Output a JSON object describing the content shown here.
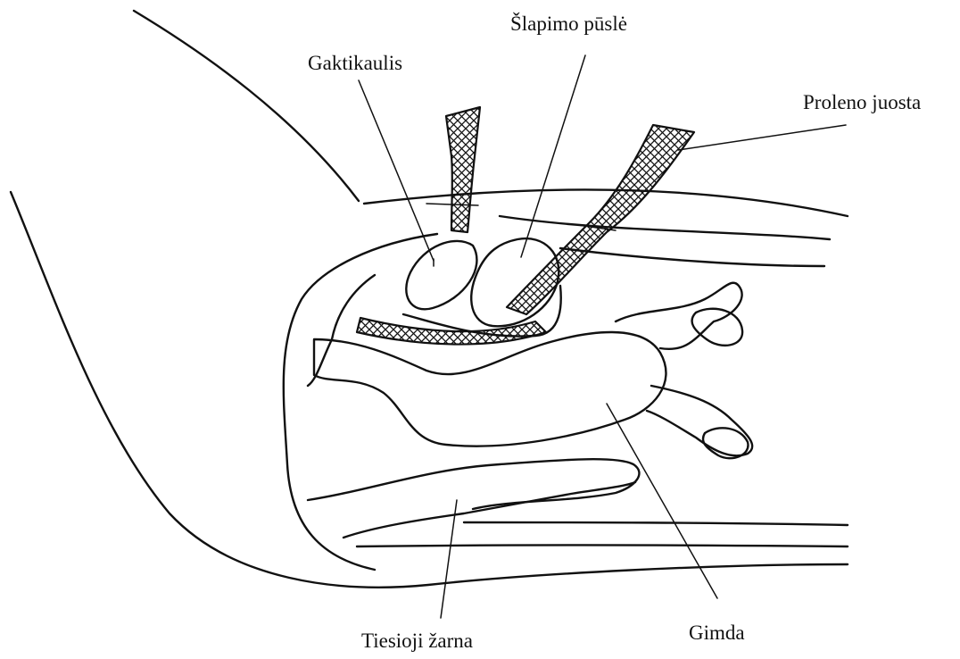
{
  "labels": {
    "pubic_bone": "Gaktikaulis",
    "bladder": "Šlapimo pūslė",
    "prolene_tape": "Proleno juosta",
    "rectum": "Tiesioji žarna",
    "uterus": "Gimda"
  }
}
